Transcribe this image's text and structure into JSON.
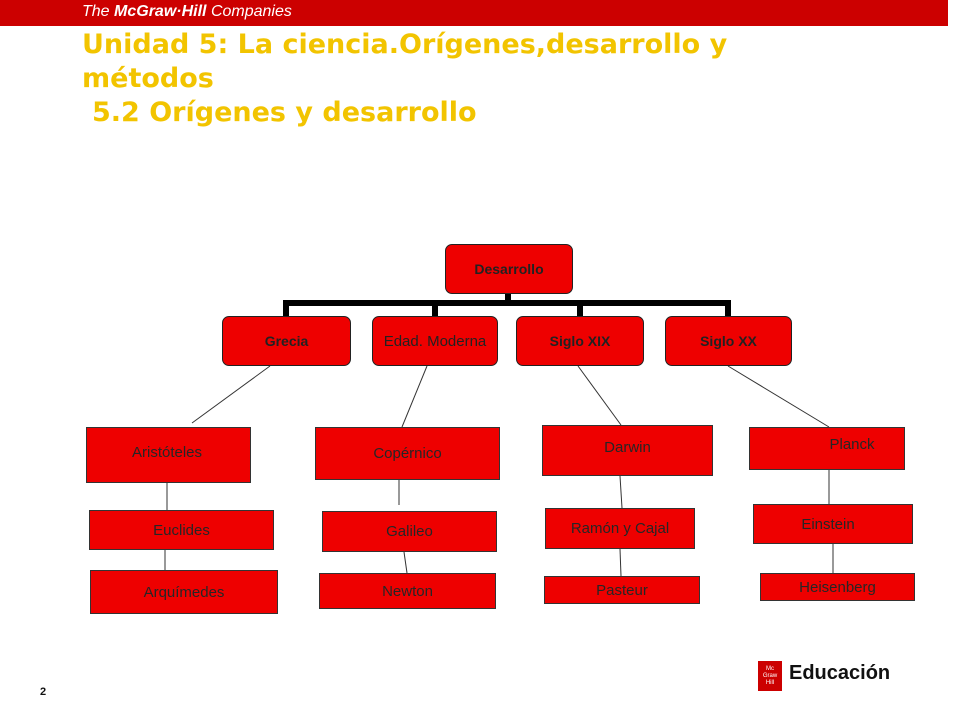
{
  "header": {
    "brand_prefix": "The",
    "brand_name": "McGraw·Hill",
    "brand_suffix": "Companies",
    "color": "#cc0000"
  },
  "title": {
    "line1": "Unidad 5: La ciencia.Orígenes,desarrollo y",
    "line2": "métodos",
    "line3": "5.2 Orígenes y desarrollo",
    "color": "#f2c400"
  },
  "diagram": {
    "root": "Desarrollo",
    "periods": [
      {
        "label": "Grecia",
        "people": [
          "Aristóteles",
          "Euclides",
          "Arquímedes"
        ]
      },
      {
        "label": "Edad. Moderna",
        "people": [
          "Copérnico",
          "Galileo",
          "Newton"
        ]
      },
      {
        "label": "Siglo XIX",
        "people": [
          "Darwin",
          "Ramón y Cajal",
          "Pasteur"
        ]
      },
      {
        "label": "Siglo XX",
        "people": [
          "Planck",
          "Einstein",
          "Heisenberg"
        ]
      }
    ],
    "box_color": "#ee0000"
  },
  "footer": {
    "page_number": "2",
    "logo_lines": [
      "Mc",
      "Graw",
      "Hill"
    ],
    "logo_word": "Educación"
  }
}
